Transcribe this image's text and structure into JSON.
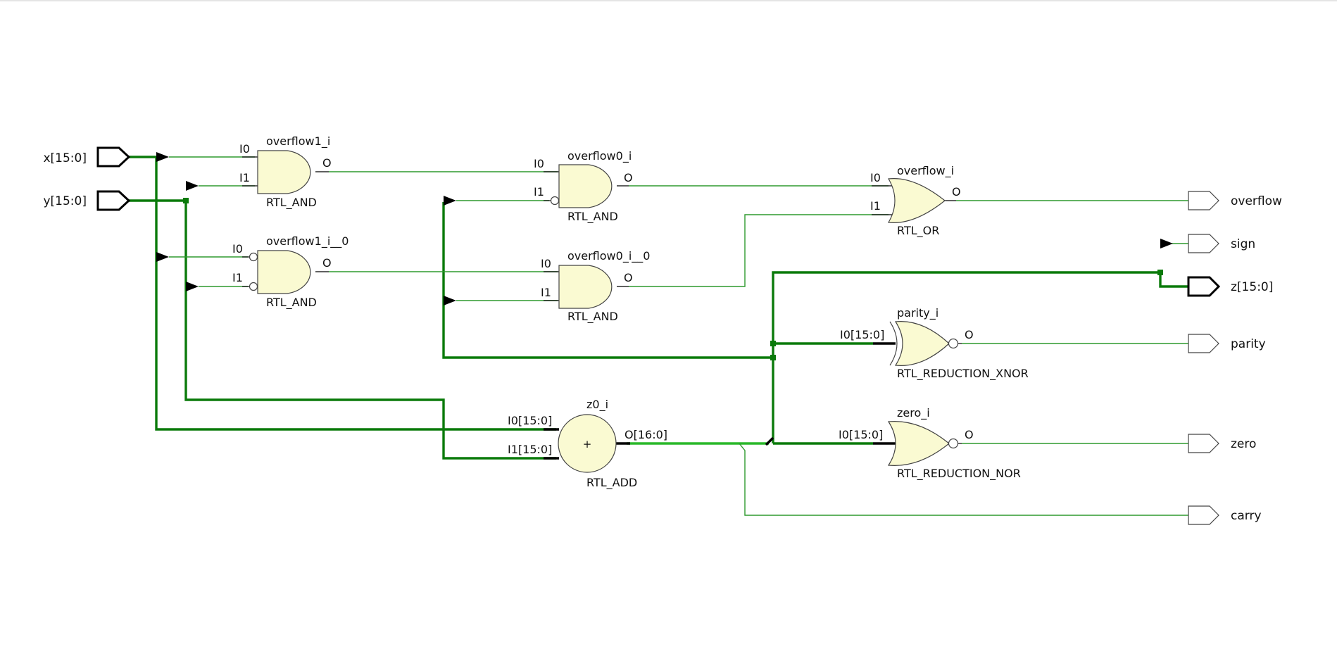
{
  "ports": {
    "inputs": [
      "x[15:0]",
      "y[15:0]"
    ],
    "outputs": [
      "overflow",
      "sign",
      "z[15:0]",
      "parity",
      "zero",
      "carry"
    ]
  },
  "cells": {
    "overflow1_i": {
      "name": "overflow1_i",
      "type": "RTL_AND",
      "pins": [
        "I0",
        "I1",
        "O"
      ]
    },
    "overflow1_i_0": {
      "name": "overflow1_i__0",
      "type": "RTL_AND",
      "pins": [
        "I0",
        "I1",
        "O"
      ]
    },
    "overflow0_i": {
      "name": "overflow0_i",
      "type": "RTL_AND",
      "pins": [
        "I0",
        "I1",
        "O"
      ]
    },
    "overflow0_i_0": {
      "name": "overflow0_i__0",
      "type": "RTL_AND",
      "pins": [
        "I0",
        "I1",
        "O"
      ]
    },
    "overflow_i": {
      "name": "overflow_i",
      "type": "RTL_OR",
      "pins": [
        "I0",
        "I1",
        "O"
      ]
    },
    "parity_i": {
      "name": "parity_i",
      "type": "RTL_REDUCTION_XNOR",
      "pins": [
        "I0[15:0]",
        "O"
      ]
    },
    "zero_i": {
      "name": "zero_i",
      "type": "RTL_REDUCTION_NOR",
      "pins": [
        "I0[15:0]",
        "O"
      ]
    },
    "z0_i": {
      "name": "z0_i",
      "type": "RTL_ADD",
      "symbol": "+",
      "pins": [
        "I0[15:0]",
        "I1[15:0]",
        "O[16:0]"
      ]
    }
  },
  "colors": {
    "net": "#2e9a2e",
    "bus": "#0a7a0a",
    "highlight": "#2ab82a",
    "gate_fill": "#fafad2"
  }
}
